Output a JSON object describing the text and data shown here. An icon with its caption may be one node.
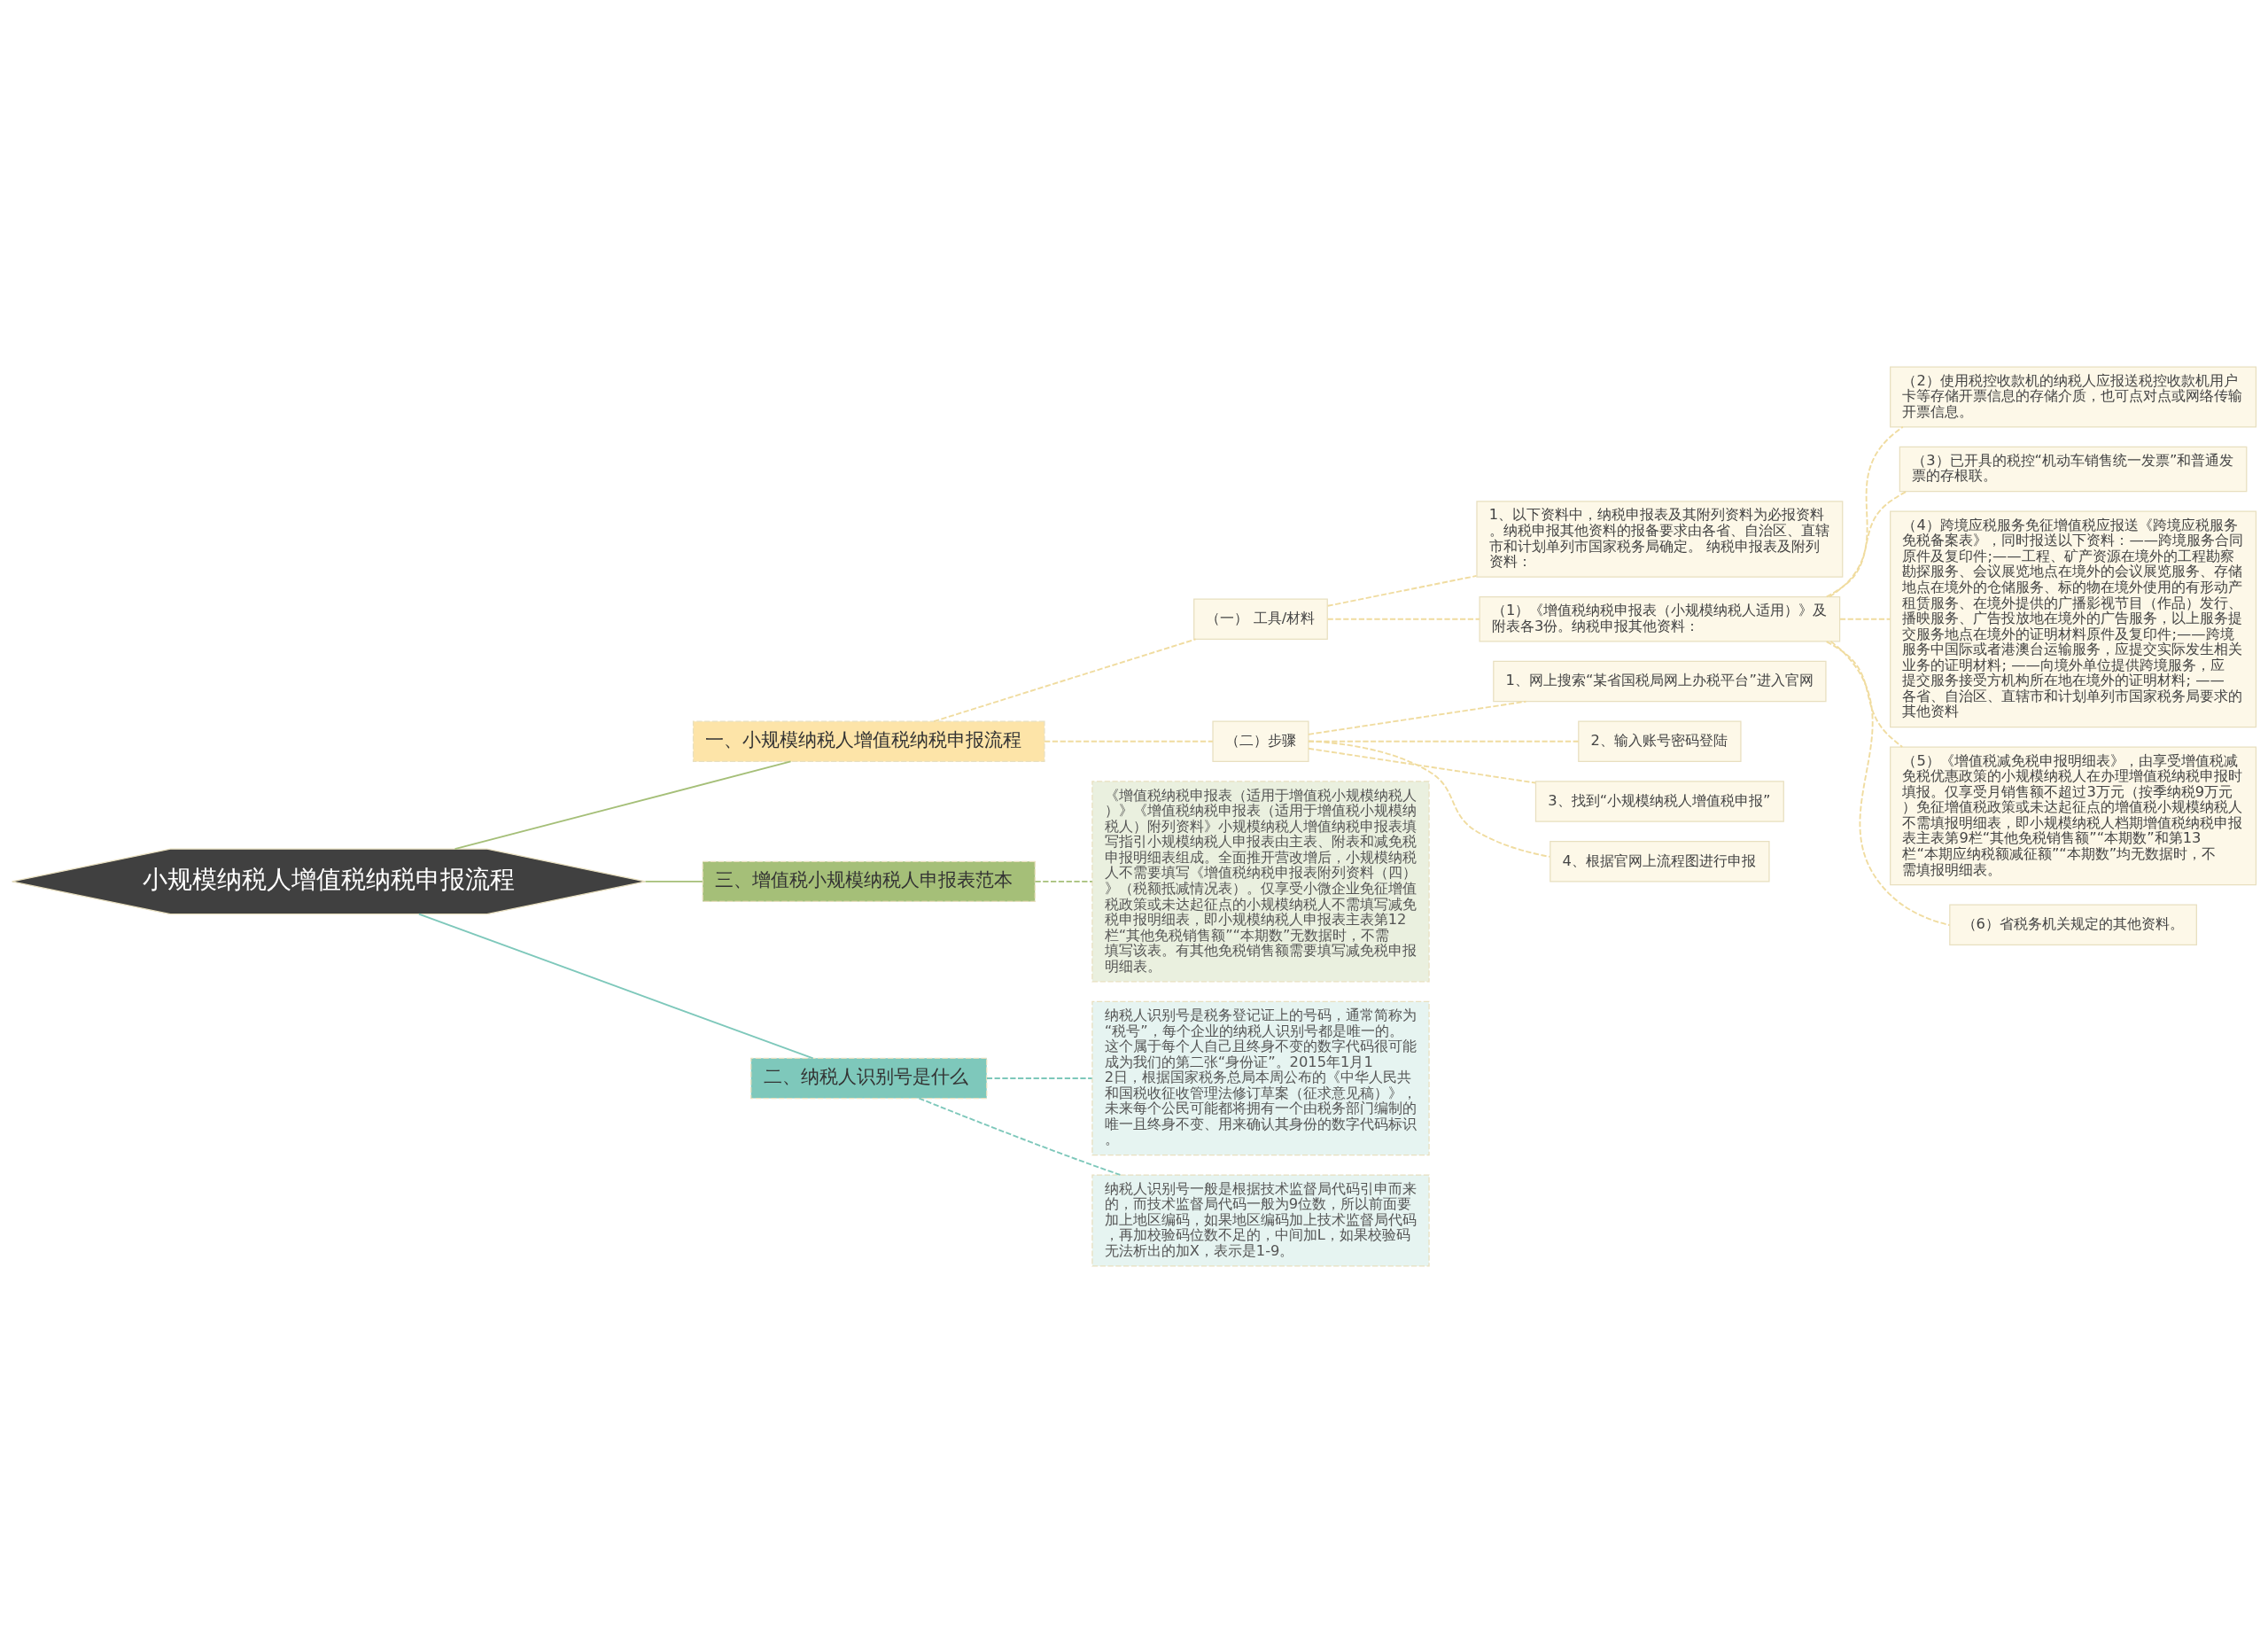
{
  "diagram": {
    "nodes": [
      {
        "text": [
          "小规模纳税人增值税纳税申报流程"
        ]
      },
      {
        "text": [
          "一、小规模纳税人增值税纳税申报流程"
        ]
      },
      {
        "text": [
          "（一） 工具/材料"
        ]
      },
      {
        "text": [
          "1、以下资料中，纳税申报表及其附列资料为必报资料。纳税申报其他资料的报备要求由各省、自治区、直辖市和计划单列市国家税务局确定。 纳税申报表及附列资料："
        ]
      },
      {
        "text": [
          "（1）《增值税纳税申报表（小规模纳税人适用）》及附表各3份。纳税申报其他资料："
        ]
      },
      {
        "text": [
          "（2）使用税控收款机的纳税人应报送税控收款机用户卡等存储开票信息的存储介质，也可点对点或网络传输开票信息。"
        ]
      },
      {
        "text": [
          "（3）已开具的税控“机动车销售统一发票”和普通发票的存根联。"
        ]
      },
      {
        "text": [
          "（4）跨境应税服务免征增值税应报送《跨境应税服务免税备案表》，同时报送以下资料：——跨境服务合同原件及复印件;——工程、矿产资源在境外的工程勘察勘探服务、会议展览地点在境外的会议展览服务、存储地点在境外的仓储服务、标的物在境外使用的有形动产租赁服务、在境外提供的广播影视节目（作品）发行、播映服务、广告投放地在境外的广告服务，以上服务提交服务地点在境外的证明材料原件及复印件;——跨境服务中国际或者港澳台运输服务，应提交实际发生相关业务的证明材料; ——向境外单位提供跨境服务，应提交服务接受方机构所在地在境外的证明材料; ——各省、自治区、直辖市和计划单列市国家税务局要求的其他资料"
        ]
      },
      {
        "text": [
          "（5）《增值税减免税申报明细表》，由享受增值税减免税优惠政策的小规模纳税人在办理增值税纳税申报时填报。仅享受月销售额不超过3万元（按季纳税9万元）免征增值税政策或未达起征点的增值税小规模纳税人不需填报明细表，即小规模纳税人档期增值税纳税申报表主表第9栏“其他免税销售额”“本期数”和第13栏“本期应纳税额减征额”“本期数”均无数据时，不需填报明细表。"
        ]
      },
      {
        "text": [
          "（6）省税务机关规定的其他资料。"
        ]
      },
      {
        "text": [
          "（二）步骤"
        ]
      },
      {
        "text": [
          "1、网上搜索“某省国税局网上办税平台”进入官网"
        ]
      },
      {
        "text": [
          "2、输入账号密码登陆"
        ]
      },
      {
        "text": [
          "3、找到“小规模纳税人增值税申报”"
        ]
      },
      {
        "text": [
          "4、根据官网上流程图进行申报"
        ]
      },
      {
        "text": [
          "三、增值税小规模纳税人申报表范本"
        ]
      },
      {
        "text": [
          "《增值税纳税申报表（适用于增值税小规模纳税人）》《增值税纳税申报表（适用于增值税小规模纳税人）附列资料》小规模纳税人增值纳税申报表填写指引小规模纳税人申报表由主表、附表和减免税申报明细表组成。全面推开营改增后，小规模纳税人不需要填写《增值税纳税申报表附列资料（四）》（税额抵减情况表）。仅享受小微企业免征增值税政策或未达起征点的小规模纳税人不需填写减免税申报明细表，即小规模纳税人申报表主表第12栏“其他免税销售额”“本期数”无数据时，不需填写该表。有其他免税销售额需要填写减免税申报明细表。"
        ]
      },
      {
        "text": [
          "二、纳税人识别号是什么"
        ]
      },
      {
        "text": [
          "纳税人识别号是税务登记证上的号码，通常简称为“税号”，每个企业的纳税人识别号都是唯一的。这个属于每个人自己且终身不变的数字代码很可能成为我们的第二张“身份证”。2015年1月12日，根据国家税务总局本周公布的《中华人民共和国税收征收管理法修订草案（征求意见稿）》，未来每个公民可能都将拥有一个由税务部门编制的唯一且终身不变、用来确认其身份的数字代码标识。"
        ]
      },
      {
        "text": [
          "纳税人识别号一般是根据技术监督局代码引申而来的，而技术监督局代码一般为9位数，所以前面要加上地区编码，如果地区编码加上技术监督局代码，再加校验码位数不足的，中间加L，如果校验码无法析出的加X，表示是1-9。"
        ]
      }
    ],
    "edges": [
      {
        "from": 0,
        "to": 1,
        "arrow": "none",
        "color": "#a5bf78"
      },
      {
        "from": 1,
        "to": 2,
        "arrow": "none",
        "style": "dashed"
      },
      {
        "from": 2,
        "to": 3,
        "arrow": "none",
        "style": "dashed"
      },
      {
        "from": 2,
        "to": 4,
        "arrow": "none",
        "style": "dashed"
      },
      {
        "from": 4,
        "to": 5,
        "arrow": "none",
        "style": "dashed"
      },
      {
        "from": 4,
        "to": 6,
        "arrow": "none",
        "style": "dashed"
      },
      {
        "from": 4,
        "to": 7,
        "arrow": "none",
        "style": "dashed"
      },
      {
        "from": 4,
        "to": 8,
        "arrow": "none",
        "style": "dashed"
      },
      {
        "from": 4,
        "to": 9,
        "arrow": "none",
        "style": "dashed"
      },
      {
        "from": 1,
        "to": 10,
        "arrow": "none",
        "style": "dashed"
      },
      {
        "from": 10,
        "to": 11,
        "arrow": "none",
        "style": "dashed"
      },
      {
        "from": 10,
        "to": 12,
        "arrow": "none",
        "style": "dashed"
      },
      {
        "from": 10,
        "to": 13,
        "arrow": "none",
        "style": "dashed"
      },
      {
        "from": 10,
        "to": 14,
        "arrow": "none",
        "style": "dashed"
      },
      {
        "from": 0,
        "to": 15,
        "arrow": "none",
        "color": "#a5bf78"
      },
      {
        "from": 15,
        "to": 16,
        "arrow": "none",
        "style": "dashed",
        "color": "#a5bf78"
      },
      {
        "from": 0,
        "to": 17,
        "arrow": "none",
        "color": "#7ec8bb"
      },
      {
        "from": 17,
        "to": 18,
        "arrow": "none",
        "style": "dashed",
        "color": "#7ec8bb"
      },
      {
        "from": 17,
        "to": 19,
        "arrow": "none",
        "style": "dashed",
        "color": "#7ec8bb"
      }
    ]
  }
}
